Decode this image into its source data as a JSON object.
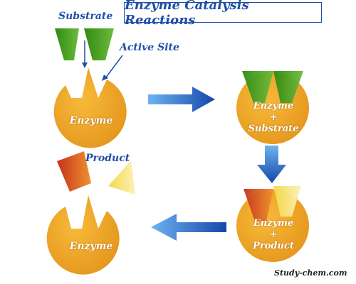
{
  "title": "Enzyme Catalysis Reactions",
  "labels": {
    "substrate": "Substrate",
    "active_site": "Active Site",
    "product": "Product",
    "enzyme_top_left": "Enzyme",
    "enzyme_bottom_left": "Enzyme",
    "complex_es_line1": "Enzyme",
    "complex_es_plus": "+",
    "complex_es_line2": "Substrate",
    "complex_ep_line1": "Enzyme",
    "complex_ep_plus": "+",
    "complex_ep_line2": "Product"
  },
  "watermark": "Study-chem.com",
  "colors": {
    "enzyme": "#f0a020",
    "substrate": "#3f9e1f",
    "product_red": "#d8421c",
    "product_yellow": "#f0e060",
    "arrow": "#1e5fc8",
    "text_blue": "#1e4fa8"
  }
}
